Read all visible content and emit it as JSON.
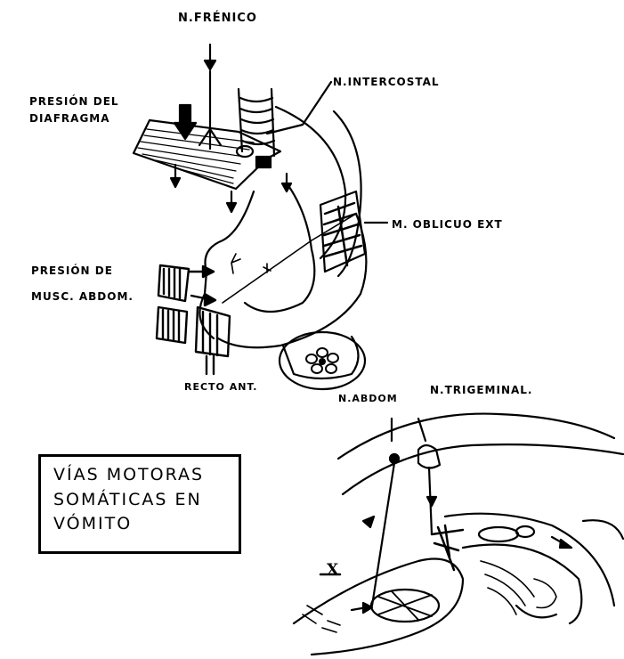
{
  "labels": {
    "frenico": "N.FRÉNICO",
    "intercostal": "N.INTERCOSTAL",
    "diafragma_l1": "PRESIÓN DEL",
    "diafragma_l2": "DIAFRAGMA",
    "oblicuo": "M. OBLICUO EXT",
    "musc_l1": "PRESIÓN DE",
    "musc_l2": "MUSC. ABDOM.",
    "recto": "RECTO ANT.",
    "abdom_nerve": "N.ABDOM",
    "trigeminal": "N.TRIGEMINAL.",
    "roman": "X"
  },
  "title_box": {
    "line1": "VÍAS MOTORAS",
    "line2": "SOMÁTICAS EN",
    "line3": "VÓMITO"
  },
  "colors": {
    "ink": "#000000",
    "paper": "#ffffff"
  }
}
